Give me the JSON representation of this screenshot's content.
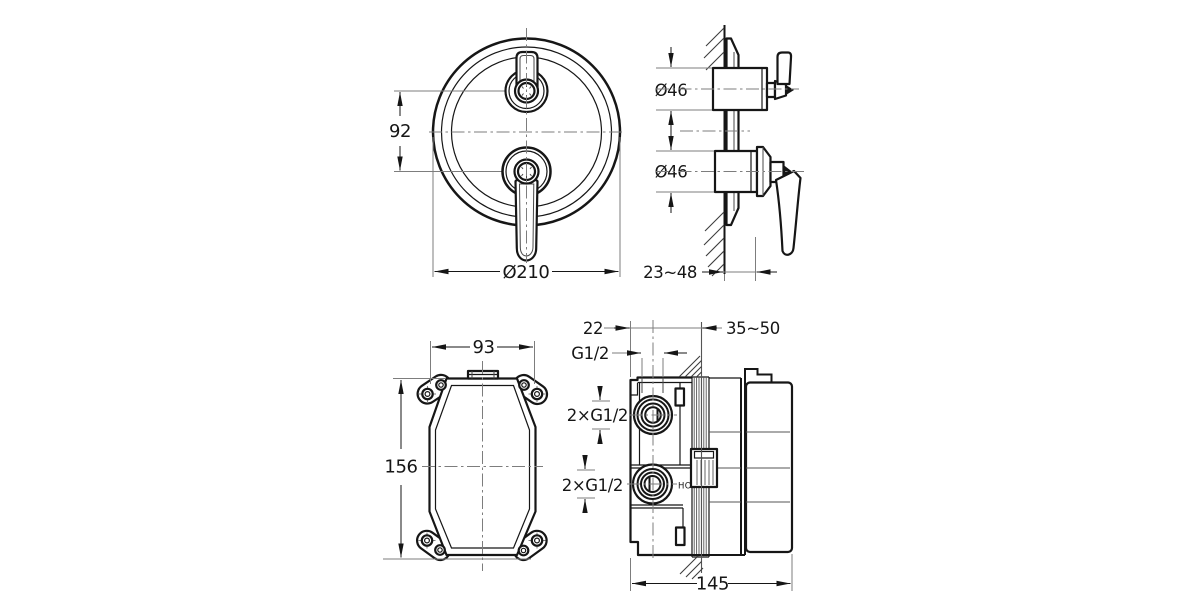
{
  "colors": {
    "background": "#ffffff",
    "line": "#161616",
    "dimension": "#7d7d7d"
  },
  "views": {
    "trim_front": {
      "handle_spacing": "92",
      "plate_diameter": "Ø210"
    },
    "trim_side": {
      "top_handle_diameter": "Ø46",
      "bottom_handle_diameter": "Ø46",
      "wall_depth_range": "23~48"
    },
    "rough_in_front": {
      "body_width": "93",
      "body_height": "156"
    },
    "rough_in_side": {
      "port_axis_offset": "22",
      "top_outlet_thread": "G1/2",
      "side_outlet_threads": "2×G1/2",
      "bottom_inlet_threads": "2×G1/2",
      "wall_depth_range": "35~50",
      "body_depth": "145",
      "hot_marking": "HOT"
    }
  }
}
